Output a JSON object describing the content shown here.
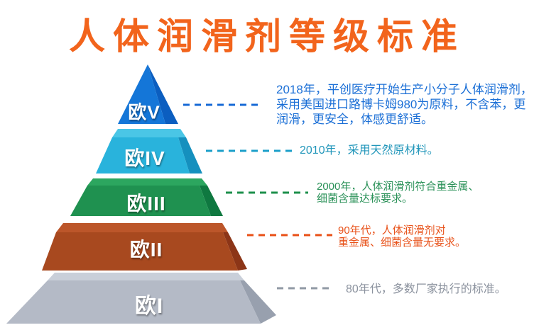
{
  "title": {
    "text": "人体润滑剂等级标准",
    "color": "#f2641c"
  },
  "pyramid": {
    "levels": [
      {
        "label": "欧V",
        "faces": {
          "front": "#1476d8",
          "side": "#0b5ec0"
        },
        "dash_color": "#1668d6",
        "annotation": {
          "color": "#1b6fd6",
          "lines": [
            "2018年，平创医疗开始生产小分子人体润滑剂，",
            "采用美国进口路博卡姆980为原料，不含苯，更",
            "润滑，更安全，体感更舒适。"
          ]
        }
      },
      {
        "label": "欧IV",
        "faces": {
          "top": "#4ac6e6",
          "front": "#29b3dc",
          "side": "#1590be"
        },
        "dash_color": "#1b9fc9",
        "annotation": {
          "color": "#2196ba",
          "lines": [
            "2010年，采用天然原材料。"
          ]
        }
      },
      {
        "label": "欧III",
        "faces": {
          "top": "#2ca65f",
          "front": "#1f9150",
          "side": "#0f7840"
        },
        "dash_color": "#1d8f4b",
        "annotation": {
          "color": "#2a9158",
          "lines": [
            "2000年，人体润滑剂符合重金属、",
            "细菌含量达标要求。"
          ]
        }
      },
      {
        "label": "欧II",
        "faces": {
          "top": "#bc562a",
          "front": "#a8491f",
          "side": "#8c3517"
        },
        "dash_color": "#e94f16",
        "annotation": {
          "color": "#e8521a",
          "lines": [
            "90年代，人体润滑剂对",
            "重金属、细菌含量无要求。"
          ]
        }
      },
      {
        "label": "欧I",
        "faces": {
          "top": "#c9cfd9",
          "front": "#b4bac6",
          "side": "#98a0ae"
        },
        "dash_color": "#9099a4",
        "annotation": {
          "color": "#8b929e",
          "lines": [
            "80年代，多数厂家执行的标准。"
          ]
        }
      }
    ]
  }
}
